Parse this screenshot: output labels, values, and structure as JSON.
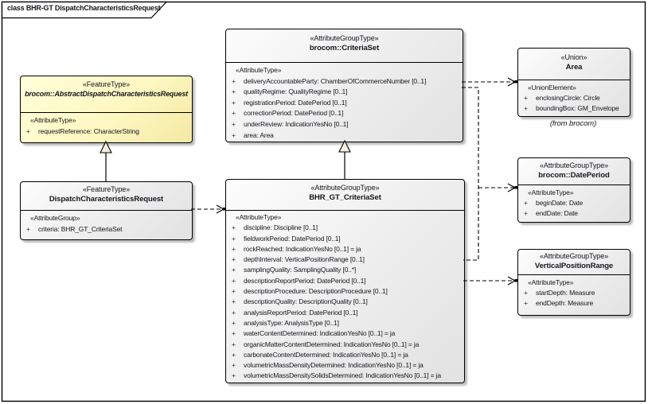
{
  "frame": {
    "title": "class BHR-GT DispatchCharacteristicsRequest"
  },
  "boxes": {
    "abstract_request": {
      "stereotype": "«FeatureType»",
      "name": "brocom::AbstractDispatchCharacteristicsRequest",
      "attr_stereotype": "«AttributeType»",
      "attributes": [
        {
          "vis": "+",
          "text": "requestReference: CharacterString"
        }
      ]
    },
    "dispatch_request": {
      "stereotype": "«FeatureType»",
      "name": "DispatchCharacteristicsRequest",
      "attr_stereotype": "«AttributeGroup»",
      "attributes": [
        {
          "vis": "+",
          "text": "criteria: BHR_GT_CriteriaSet"
        }
      ]
    },
    "criteria_set": {
      "stereotype": "«AttributeGroupType»",
      "name": "brocom::CriteriaSet",
      "attr_stereotype": "«AttributeType»",
      "attributes": [
        {
          "vis": "+",
          "text": "deliveryAccountableParty: ChamberOfCommerceNumber [0..1]"
        },
        {
          "vis": "+",
          "text": "qualityRegime: QualityRegime [0..1]"
        },
        {
          "vis": "+",
          "text": "registrationPeriod: DatePeriod [0..1]"
        },
        {
          "vis": "+",
          "text": "correctionPeriod: DatePeriod [0..1]"
        },
        {
          "vis": "+",
          "text": "underReview: IndicationYesNo [0..1]"
        },
        {
          "vis": "+",
          "text": "area: Area"
        }
      ]
    },
    "bhr_criteria_set": {
      "stereotype": "«AttributeGroupType»",
      "name": "BHR_GT_CriteriaSet",
      "attr_stereotype": "«AttributeType»",
      "attributes": [
        {
          "vis": "+",
          "text": "discipline: Discipline [0..1]"
        },
        {
          "vis": "+",
          "text": "fieldworkPeriod: DatePeriod [0..1]"
        },
        {
          "vis": "+",
          "text": "rockReached: IndicationYesNo [0..1] = ja"
        },
        {
          "vis": "+",
          "text": "depthInterval: VerticalPositionRange [0..1]"
        },
        {
          "vis": "+",
          "text": "samplingQuality: SamplingQuality [0..*]"
        },
        {
          "vis": "+",
          "text": "descriptionReportPeriod: DatePeriod [0..1]"
        },
        {
          "vis": "+",
          "text": "descriptionProcedure: DescriptionProcedure [0..1]"
        },
        {
          "vis": "+",
          "text": "descriptionQuality: DescriptionQuality [0..1]"
        },
        {
          "vis": "+",
          "text": "analysisReportPeriod: DatePeriod [0..1]"
        },
        {
          "vis": "+",
          "text": "analysisType: AnalysisType [0..1]"
        },
        {
          "vis": "+",
          "text": "waterContentDetermined: IndicationYesNo [0..1] = ja"
        },
        {
          "vis": "+",
          "text": "organicMatterContentDetermined: IndicationYesNo [0..1] = ja"
        },
        {
          "vis": "+",
          "text": "carbonateContentDetermined: IndicationYesNo [0..1] = ja"
        },
        {
          "vis": "+",
          "text": "volumetricMassDensityDetermined: IndicationYesNo [0..1] = ja"
        },
        {
          "vis": "+",
          "text": "volumetricMassDensitySolidsDetermined: IndicationYesNo [0..1] = ja"
        }
      ]
    },
    "area": {
      "stereotype": "«Union»",
      "name": "Area",
      "attr_stereotype": "«UnionElement»",
      "attributes": [
        {
          "vis": "+",
          "text": "enclosingCircle: Circle"
        },
        {
          "vis": "+",
          "text": "boundingBox: GM_Envelope"
        }
      ],
      "note": "(from brocom)"
    },
    "date_period": {
      "stereotype": "«AttributeGroupType»",
      "name": "brocom::DatePeriod",
      "attr_stereotype": "«AttributeType»",
      "attributes": [
        {
          "vis": "+",
          "text": "beginDate: Date"
        },
        {
          "vis": "+",
          "text": "endDate: Date"
        }
      ]
    },
    "vertical_position_range": {
      "stereotype": "«AttributeGroupType»",
      "name": "VerticalPositionRange",
      "attr_stereotype": "«AttributeType»",
      "attributes": [
        {
          "vis": "+",
          "text": "startDepth: Measure"
        },
        {
          "vis": "+",
          "text": "endDepth: Measure"
        }
      ]
    }
  },
  "colors": {
    "box_border": "#000000",
    "box_fill": "#e9e9e9",
    "abstract_fill": "#fdf6b8",
    "text": "#16161d"
  }
}
